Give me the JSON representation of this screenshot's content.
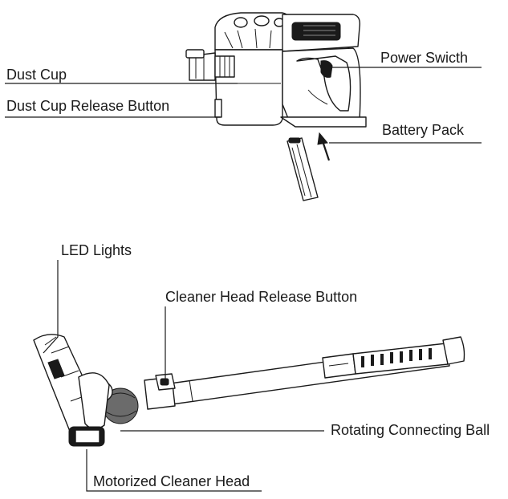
{
  "labels": {
    "dust_cup": "Dust Cup",
    "dust_cup_release": "Dust Cup Release Button",
    "power_switch": "Power Swicth",
    "battery_pack": "Battery Pack",
    "led_lights": "LED Lights",
    "cleaner_head_release": "Cleaner Head Release Button",
    "rotating_ball": "Rotating Connecting Ball",
    "motorized_head": "Motorized Cleaner Head"
  },
  "colors": {
    "ink": "#1a1a1a",
    "shade": "#6b6b6b",
    "background": "#ffffff"
  }
}
